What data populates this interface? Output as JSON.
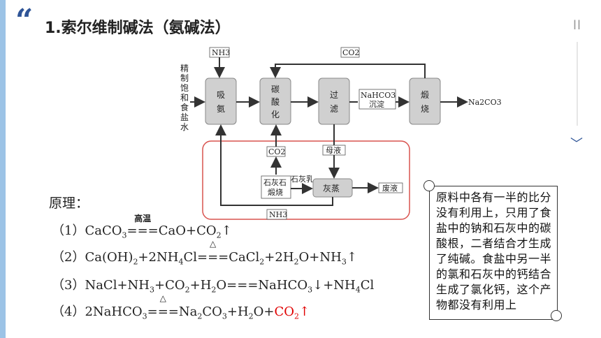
{
  "header": {
    "quote_mark": "“",
    "title": "1.索尔维制碱法（氨碱法）",
    "pause_glyph": "ll"
  },
  "side": {
    "chevron": "﹀"
  },
  "diagram": {
    "feed": "精制饱和食盐水",
    "boxes": {
      "absorb": [
        "吸",
        "氨"
      ],
      "carbonate": [
        "碳",
        "酸",
        "化"
      ],
      "filter": [
        "过",
        "滤"
      ],
      "calcine": [
        "煅",
        "烧"
      ],
      "ash": "灰蒸"
    },
    "nh3_top": "NH3",
    "co2_top": "CO2",
    "nahco3": "NaHCO3",
    "precip": "沉淀",
    "na2co3": "Na2CO3",
    "co2_mid": "CO2",
    "mother": "母液",
    "limestone": [
      "石灰石",
      "煅烧"
    ],
    "lime_milk": "石灰乳",
    "waste": "废液",
    "nh3_bottom": "NH3"
  },
  "principle": {
    "label": "原理："
  },
  "equations": {
    "e1": {
      "num": "（1）",
      "a": "CaCO",
      "a_sub": "3",
      "cond": "高温",
      "eqsign": "===",
      "b": "CaO+CO",
      "b_sub": "2",
      "tail": "↑"
    },
    "e2": {
      "num": "（2）",
      "a": "Ca(OH)",
      "a_sub": "2",
      "b": "+2NH",
      "b_sub": "4",
      "c": "Cl",
      "cond": "△",
      "eqsign": "===",
      "d": "CaCl",
      "d_sub": "2",
      "e": "+2H",
      "e_sub": "2",
      "f": "O+NH",
      "f_sub": "3",
      "tail": "↑"
    },
    "e3": {
      "num": "（3）",
      "a": "NaCl+NH",
      "a_sub": "3",
      "b": "+CO",
      "b_sub": "2",
      "c": "+H",
      "c_sub": "2",
      "d": "O===NaHCO",
      "d_sub": "3",
      "e": "↓+NH",
      "e_sub": "4",
      "f": "Cl"
    },
    "e4": {
      "num": "（4）",
      "a": "2NaHCO",
      "a_sub": "3",
      "cond": "△",
      "eqsign": "===",
      "b": "Na",
      "b_sub": "2",
      "c": "CO",
      "c_sub": "3",
      "d": "+H",
      "d_sub": "2",
      "e": "O+",
      "f": "CO",
      "f_sub": "2",
      "tail": "↑"
    }
  },
  "note": {
    "text": "原料中各有一半的比分没有利用上，只用了食盐中的钠和石灰中的碳酸根，二者结合才生成了纯碱。食盐中另一半的氯和石灰中的钙结合生成了氯化钙，这个产物都没有利用上"
  },
  "colors": {
    "accent": "#2f5597",
    "sidebar": "#9cc3e6",
    "highlight": "#e00000",
    "box_fill": "#d0d0d0",
    "region_border": "#d9534f"
  }
}
